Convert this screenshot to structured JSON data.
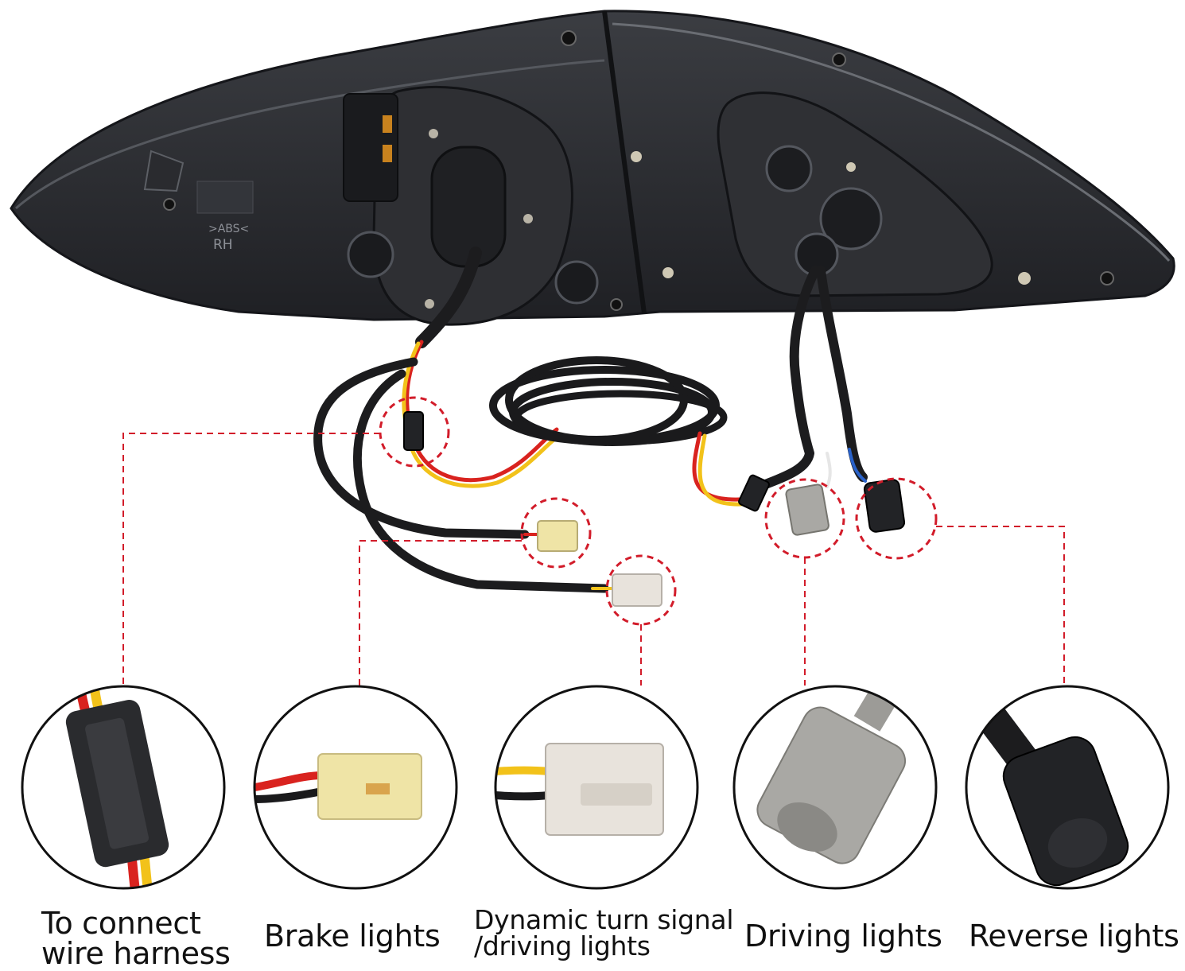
{
  "colors": {
    "callout_line": "#d21c2a",
    "housing": "#2b2d31",
    "wire": "#1c1c1e",
    "wire_red": "#d9231f",
    "wire_yellow": "#f2c21a",
    "connector_yellow": "#efe4a6",
    "connector_white": "#e8e3dc",
    "connector_grey": "#a9a8a4",
    "connector_black": "#222326"
  },
  "labels": {
    "wire_harness": [
      "To connect",
      "wire harness"
    ],
    "brake": "Brake lights",
    "turn": [
      "Dynamic turn signal",
      "/driving lights"
    ],
    "driving": "Driving lights",
    "reverse": "Reverse lights"
  },
  "housing_marks": {
    "abs": ">ABS<",
    "side": "RH"
  }
}
